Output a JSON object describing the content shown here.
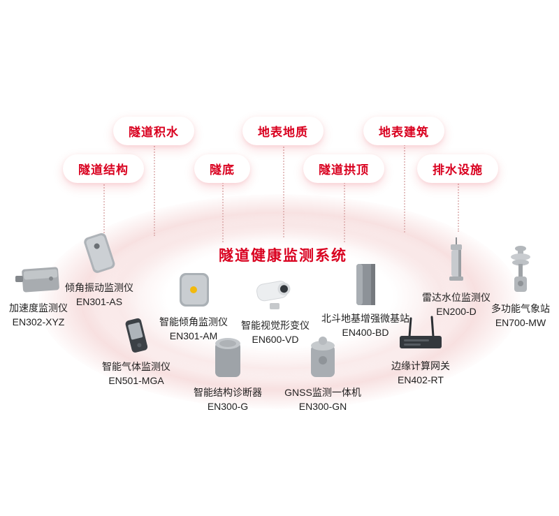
{
  "title": "隧道健康监测系统",
  "accent_color": "#d9001f",
  "badges": [
    {
      "label": "隧道结构"
    },
    {
      "label": "隧道积水"
    },
    {
      "label": "隧底"
    },
    {
      "label": "地表地质"
    },
    {
      "label": "隧道拱顶"
    },
    {
      "label": "地表建筑"
    },
    {
      "label": "排水设施"
    }
  ],
  "devices": [
    {
      "name": "加速度监测仪",
      "model": "EN302-XYZ"
    },
    {
      "name": "倾角振动监测仪",
      "model": "EN301-AS"
    },
    {
      "name": "智能气体监测仪",
      "model": "EN501-MGA"
    },
    {
      "name": "智能倾角监测仪",
      "model": "EN301-AM"
    },
    {
      "name": "智能结构诊断器",
      "model": "EN300-G"
    },
    {
      "name": "智能视觉形变仪",
      "model": "EN600-VD"
    },
    {
      "name": "GNSS监测一体机",
      "model": "EN300-GN"
    },
    {
      "name": "北斗地基增强微基站",
      "model": "EN400-BD"
    },
    {
      "name": "边缘计算网关",
      "model": "EN402-RT"
    },
    {
      "name": "雷达水位监测仪",
      "model": "EN200-D"
    },
    {
      "name": "多功能气象站",
      "model": "EN700-MW"
    }
  ]
}
